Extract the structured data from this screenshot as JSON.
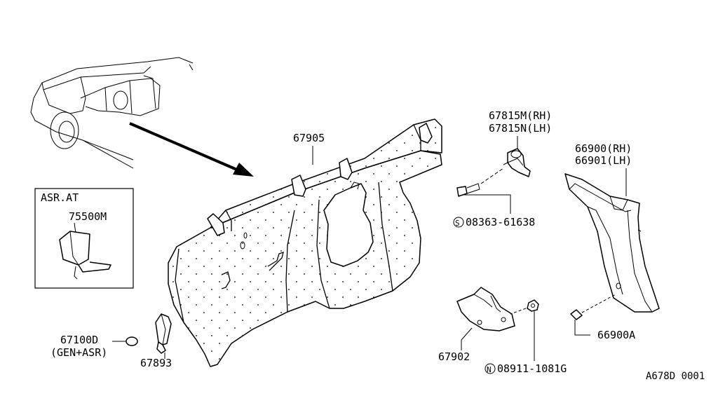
{
  "labels": {
    "part_67905": "67905",
    "part_67815m": "67815M(RH)",
    "part_67815n": "67815N(LH)",
    "part_66900": "66900(RH)",
    "part_66901": "66901(LH)",
    "inset_title": "ASR.AT",
    "part_75500m": "75500M",
    "screw_08363": "08363-61638",
    "screw_prefix_s": "S",
    "part_67100d": "67100D",
    "part_67100d_note": "(GEN+ASR)",
    "part_67893": "67893",
    "part_67902": "67902",
    "nut_08911": "08911-1081G",
    "nut_prefix_n": "N",
    "part_66900a": "66900A",
    "diagram_code": "A678D 0001"
  }
}
